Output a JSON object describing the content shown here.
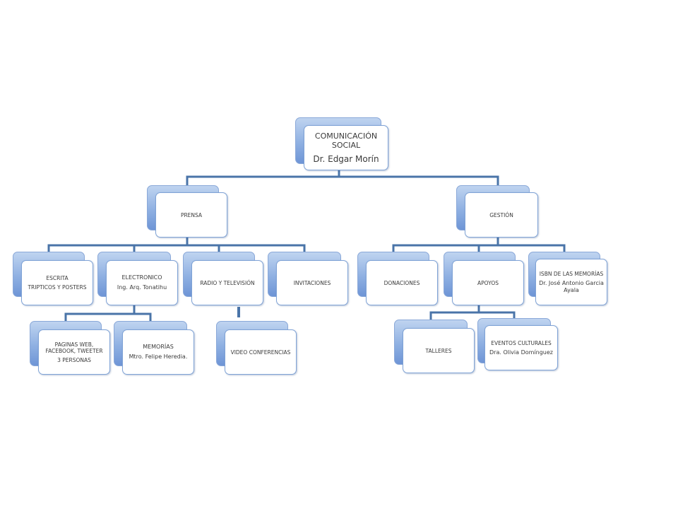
{
  "colors": {
    "connector": "#4a74a8",
    "box_border": "#7fa3d6",
    "accent": "#6e95d6"
  },
  "nodes": {
    "root": {
      "title": "COMUNICACIÓN SOCIAL",
      "person": "Dr. Edgar Morín"
    },
    "prensa": {
      "title": "PRENSA"
    },
    "gestion": {
      "title": "GESTIÓN"
    },
    "escrita": {
      "title": "ESCRITA",
      "detail": "TRIPTICOS Y POSTERS"
    },
    "electronico": {
      "title": "ELECTRONICO",
      "person": "Ing. Arq. Tonatihu"
    },
    "radio_tv": {
      "title": "RADIO Y TELEVISIÓN"
    },
    "invitaciones": {
      "title": "INVITACIONES"
    },
    "paginas_web": {
      "title": "PAGINAS WEB, FACEBOOK, TWEETER",
      "detail": "3 PERSONAS"
    },
    "memorias": {
      "title": "MEMORÍAS",
      "person": "Mtro. Felipe Heredia."
    },
    "videoconf": {
      "title": "VIDEO CONFERENCIAS"
    },
    "donaciones": {
      "title": "DONACIONES"
    },
    "apoyos": {
      "title": "APOYOS"
    },
    "isbn": {
      "title": "ISBN DE LAS MEMORÍAS",
      "person": "Dr. José Antonio Garcia Ayala"
    },
    "talleres": {
      "title": "TALLERES"
    },
    "eventos": {
      "title": "EVENTOS CULTURALES",
      "person": "Dra. Olivia Domínguez"
    }
  }
}
